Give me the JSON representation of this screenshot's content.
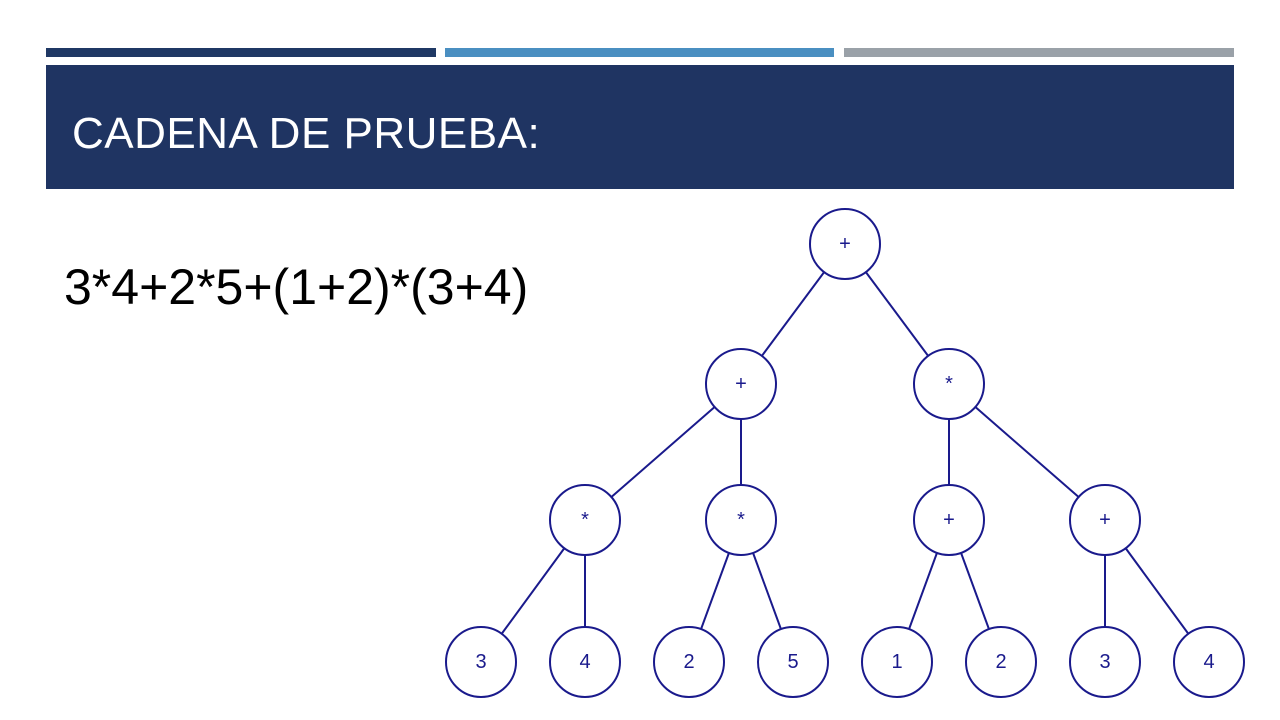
{
  "slide": {
    "title": "CADENA DE PRUEBA:",
    "expression": "3*4+2*5+(1+2)*(3+4)"
  },
  "colors": {
    "title_band": "#1f3462",
    "bar_dark": "#1f3864",
    "bar_mid": "#4a8fc1",
    "bar_gray": "#9aa1a8",
    "tree_stroke": "#1a1a8c"
  },
  "tree": {
    "nodes": [
      {
        "id": "root",
        "label": "+"
      },
      {
        "id": "l",
        "label": "+"
      },
      {
        "id": "r",
        "label": "*"
      },
      {
        "id": "ll",
        "label": "*"
      },
      {
        "id": "lr",
        "label": "*"
      },
      {
        "id": "rl",
        "label": "+"
      },
      {
        "id": "rr",
        "label": "+"
      },
      {
        "id": "n3a",
        "label": "3"
      },
      {
        "id": "n4a",
        "label": "4"
      },
      {
        "id": "n2a",
        "label": "2"
      },
      {
        "id": "n5",
        "label": "5"
      },
      {
        "id": "n1",
        "label": "1"
      },
      {
        "id": "n2b",
        "label": "2"
      },
      {
        "id": "n3b",
        "label": "3"
      },
      {
        "id": "n4b",
        "label": "4"
      }
    ],
    "edges": [
      [
        "root",
        "l"
      ],
      [
        "root",
        "r"
      ],
      [
        "l",
        "ll"
      ],
      [
        "l",
        "lr"
      ],
      [
        "r",
        "rl"
      ],
      [
        "r",
        "rr"
      ],
      [
        "ll",
        "n3a"
      ],
      [
        "ll",
        "n4a"
      ],
      [
        "lr",
        "n2a"
      ],
      [
        "lr",
        "n5"
      ],
      [
        "rl",
        "n1"
      ],
      [
        "rl",
        "n2b"
      ],
      [
        "rr",
        "n3b"
      ],
      [
        "rr",
        "n4b"
      ]
    ]
  }
}
